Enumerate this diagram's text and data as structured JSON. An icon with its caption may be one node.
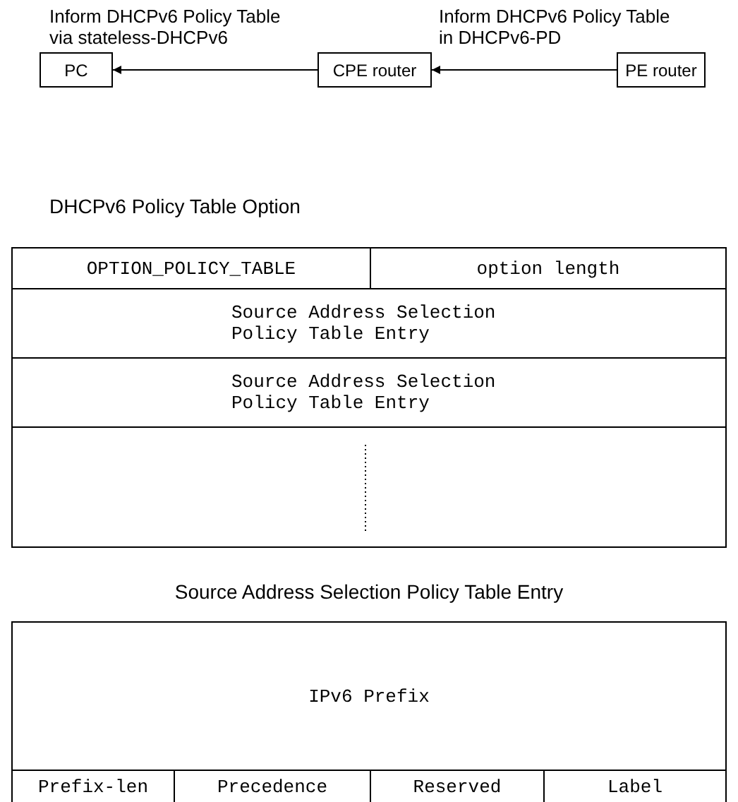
{
  "diagram": {
    "nodes": [
      {
        "text": [
          "PC"
        ]
      },
      {
        "text": [
          "CPE router"
        ]
      },
      {
        "text": [
          "PE router"
        ]
      }
    ],
    "edges": [
      {
        "from": 1,
        "to": 0,
        "arrow": "to",
        "label": "Inform DHCPv6 Policy Table via stateless-DHCPv6"
      },
      {
        "from": 2,
        "to": 1,
        "arrow": "to",
        "label": "Inform DHCPv6 Policy Table in DHCPv6-PD"
      }
    ],
    "labels": [
      "DHCPv6 Policy Table Option",
      "OPTION_POLICY_TABLE",
      "option length",
      "Source Address Selection Policy Table Entry",
      "Source Address Selection Policy Table Entry",
      "Source Address Selection Policy Table Entry",
      "IPv6 Prefix",
      "Prefix-len",
      "Precedence",
      "Reserved",
      "Label"
    ]
  }
}
